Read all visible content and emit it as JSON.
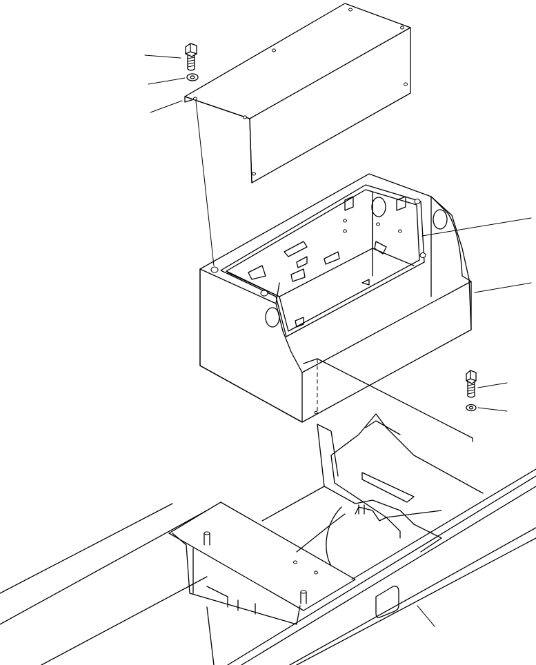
{
  "diagram": {
    "parts": [
      {
        "id": "cover",
        "name": "battery-box-cover"
      },
      {
        "id": "box",
        "name": "battery-box"
      },
      {
        "id": "gasket",
        "name": "cover-gasket"
      },
      {
        "id": "bolt-top",
        "name": "cover-bolt"
      },
      {
        "id": "washer-top",
        "name": "cover-washer"
      },
      {
        "id": "bolt-right",
        "name": "mounting-bolt"
      },
      {
        "id": "washer-right",
        "name": "mounting-washer"
      },
      {
        "id": "frame",
        "name": "revolving-frame"
      }
    ],
    "callouts": [
      {
        "part": "bolt-top",
        "label": ""
      },
      {
        "part": "washer-top",
        "label": ""
      },
      {
        "part": "cover",
        "label": ""
      },
      {
        "part": "gasket",
        "label": ""
      },
      {
        "part": "box",
        "label": ""
      },
      {
        "part": "bolt-right",
        "label": ""
      },
      {
        "part": "washer-right",
        "label": ""
      },
      {
        "part": "frame",
        "label": ""
      }
    ]
  }
}
